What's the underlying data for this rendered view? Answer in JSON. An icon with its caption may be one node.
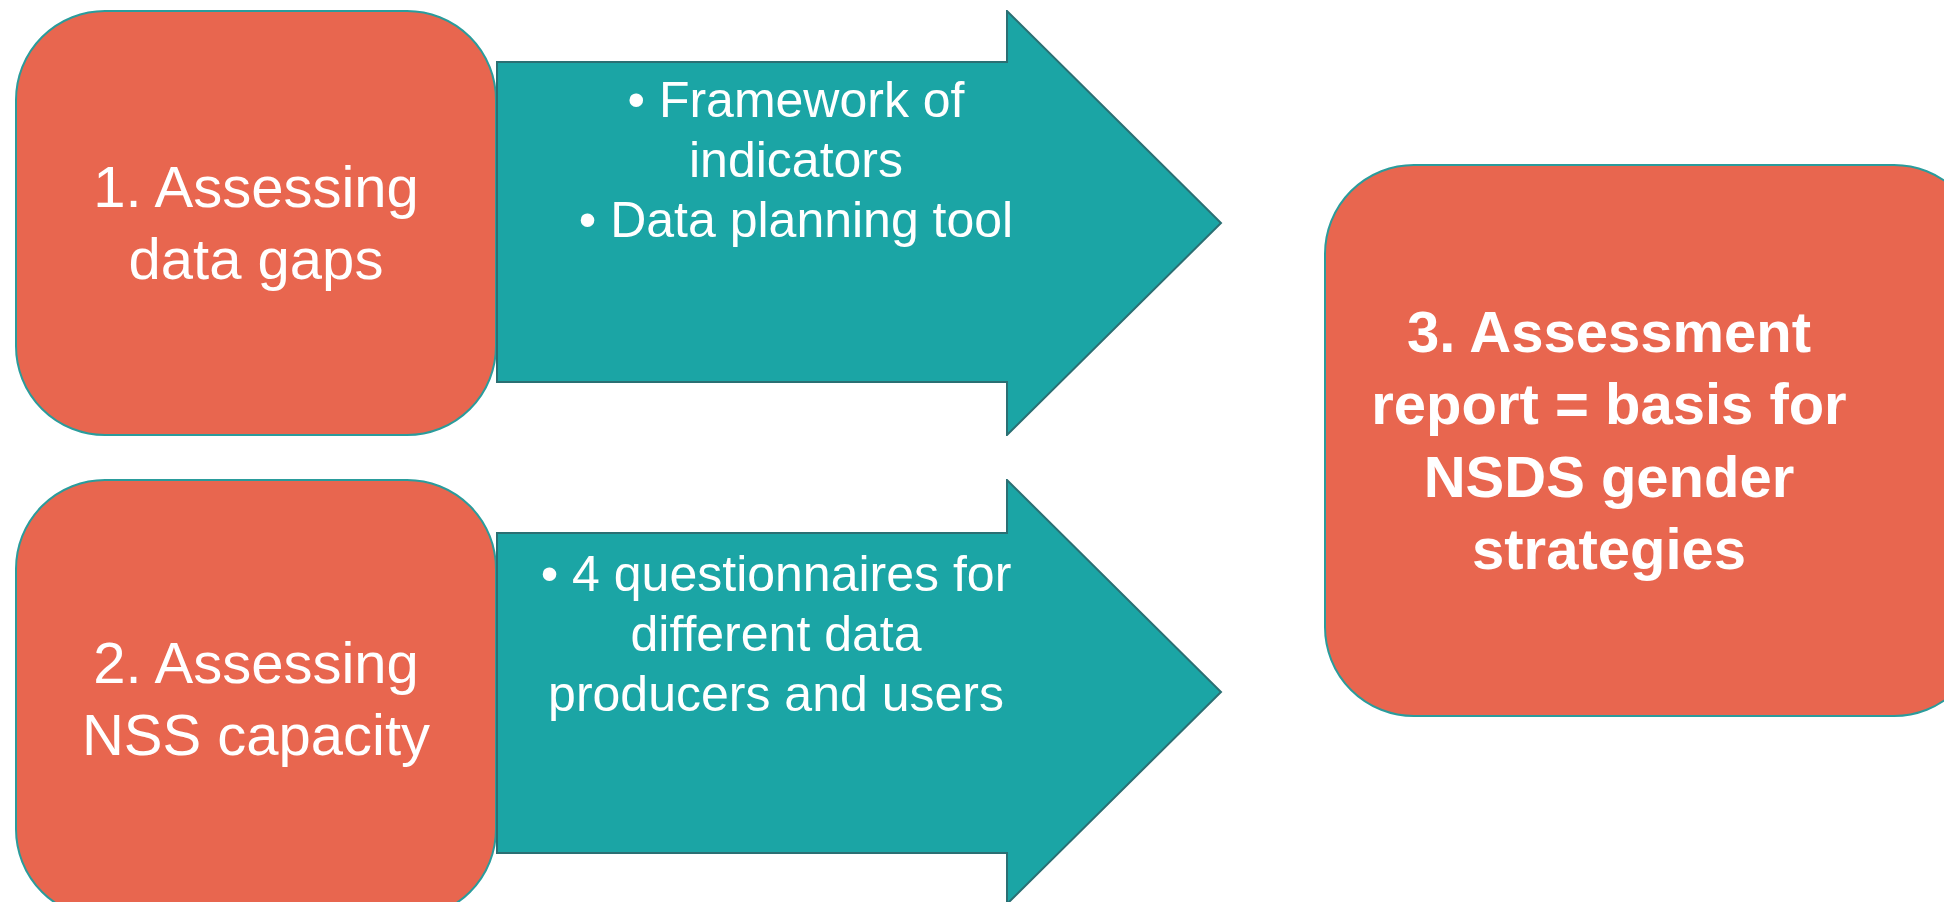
{
  "diagram": {
    "nodes": [
      {
        "text": [
          "1. Assessing data gaps"
        ]
      },
      {
        "text": [
          "• Framework of indicators",
          "• Data planning tool"
        ]
      },
      {
        "text": [
          "2. Assessing NSS capacity"
        ]
      },
      {
        "text": [
          "• 4 questionnaires for different data producers and users"
        ]
      },
      {
        "text": [
          "3. Assessment report = basis for NSDS gender strategies"
        ]
      }
    ]
  }
}
